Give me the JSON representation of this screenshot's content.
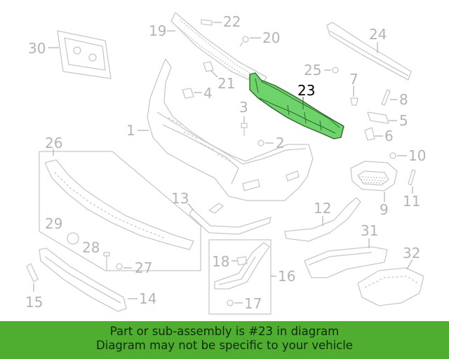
{
  "highlighted_part": "23",
  "callouts": [
    "1",
    "2",
    "3",
    "4",
    "5",
    "6",
    "7",
    "8",
    "9",
    "10",
    "11",
    "12",
    "13",
    "14",
    "15",
    "16",
    "17",
    "18",
    "19",
    "20",
    "21",
    "22",
    "23",
    "24",
    "25",
    "26",
    "27",
    "28",
    "29",
    "30",
    "31",
    "32"
  ],
  "colors": {
    "highlight": "#6fd36b",
    "banner": "#4fae2f",
    "part_line": "#c8c8c8",
    "label": "#b4b4b4"
  },
  "banner": {
    "line1": "Part or sub-assembly is #23 in diagram",
    "line2": "Diagram may not be specific to your vehicle"
  }
}
